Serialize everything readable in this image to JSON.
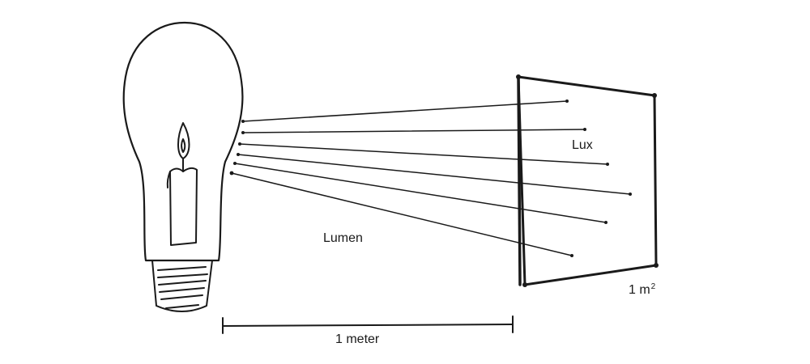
{
  "labels": {
    "lux": "Lux",
    "lumen": "Lumen",
    "area_value": "1 m",
    "area_exponent": "2",
    "distance": "1 meter"
  },
  "colors": {
    "ink": "#1a1a1a",
    "background": "#ffffff"
  },
  "icons": {
    "bulb": "light-bulb-icon",
    "candle": "candle-flame-icon"
  }
}
